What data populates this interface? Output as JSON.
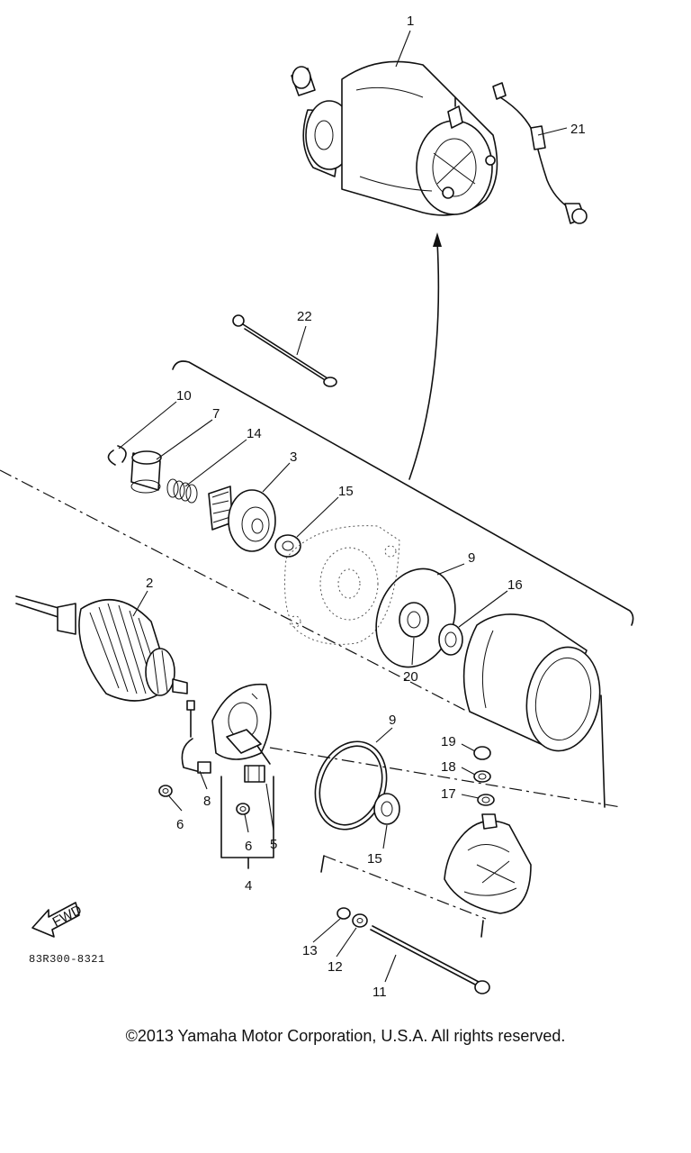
{
  "diagram": {
    "code": "83R300-8321",
    "fwd_label": "FWD",
    "copyright": "©2013 Yamaha Motor Corporation, U.S.A. All rights reserved.",
    "callouts": {
      "c1": "1",
      "c2": "2",
      "c3": "3",
      "c4": "4",
      "c5": "5",
      "c6a": "6",
      "c6b": "6",
      "c7": "7",
      "c8": "8",
      "c9a": "9",
      "c9b": "9",
      "c10": "10",
      "c11": "11",
      "c12": "12",
      "c13": "13",
      "c14": "14",
      "c15a": "15",
      "c15b": "15",
      "c16": "16",
      "c17": "17",
      "c18": "18",
      "c19": "19",
      "c20": "20",
      "c21": "21",
      "c22": "22"
    }
  }
}
